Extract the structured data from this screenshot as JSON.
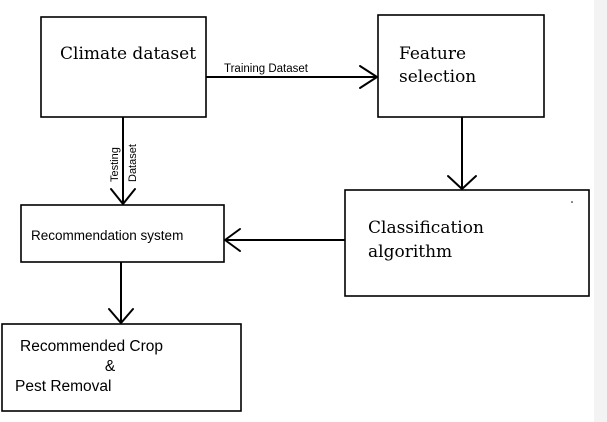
{
  "nodes": {
    "climate": {
      "label": "Climate dataset"
    },
    "feature": {
      "line1": "Feature",
      "line2": "selection"
    },
    "classification": {
      "line1": "Classification",
      "line2": "algorithm"
    },
    "recommendation": {
      "label": "Recommendation system"
    },
    "output": {
      "line1": "Recommended Crop",
      "line2": "&",
      "line3": "Pest Removal"
    }
  },
  "edges": {
    "training": {
      "label": "Training Dataset"
    },
    "testing": {
      "line1": "Testing",
      "line2": "Dataset"
    }
  },
  "colors": {
    "stroke": "#000000",
    "background": "#ffffff"
  }
}
